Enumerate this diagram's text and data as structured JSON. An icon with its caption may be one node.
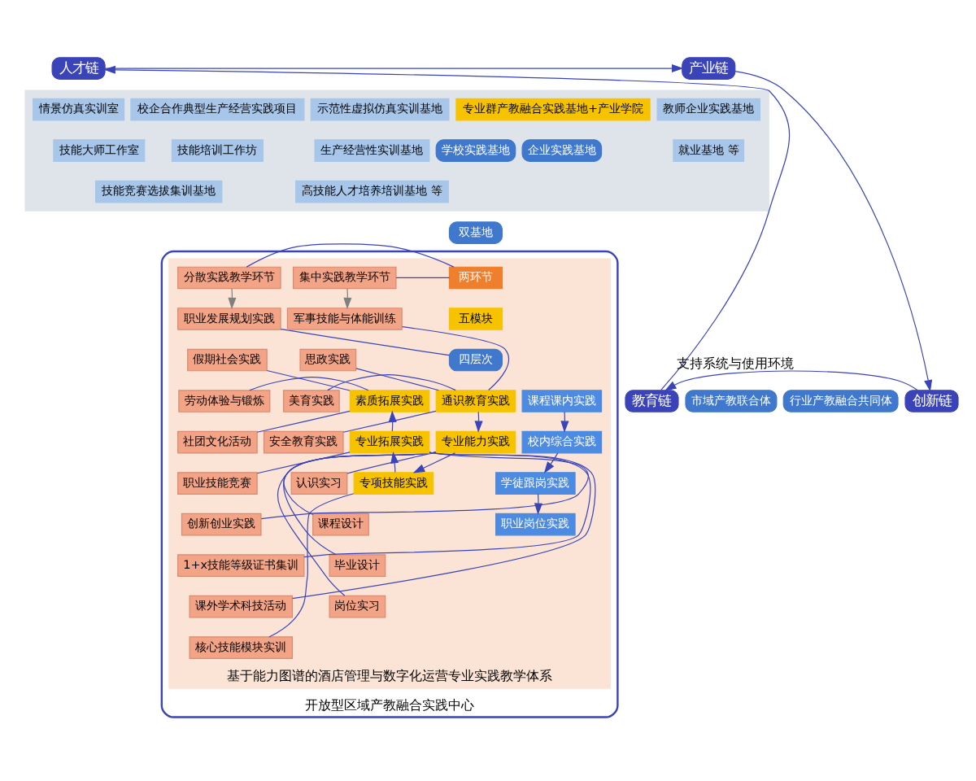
{
  "diagram": {
    "nodes": [
      {
        "text": [
          "人才链"
        ]
      },
      {
        "text": [
          "产业链"
        ]
      },
      {
        "text": [],
        "shape": "box"
      },
      {
        "text": [
          "情景仿真实训室"
        ],
        "in": 2
      },
      {
        "text": [
          "示范性虚拟仿真实训基地"
        ],
        "in": 2
      },
      {
        "text": [
          "技能大师工作室"
        ],
        "in": 2
      },
      {
        "text": [
          "生产经营性实训基地"
        ],
        "in": 2
      },
      {
        "text": [
          "技能竞赛选拔集训基地"
        ],
        "in": 2
      },
      {
        "text": [
          "高技能人才培养培训基地 等"
        ],
        "in": 2
      },
      {
        "text": [
          "专业群产教融合实践基地+产业学院"
        ],
        "in": 2
      },
      {
        "text": [
          "学校实践基地"
        ],
        "in": 2
      },
      {
        "text": [
          "企业实践基地"
        ],
        "in": 2
      },
      {
        "text": [
          "校企合作典型生产经营实践项目"
        ],
        "in": 2
      },
      {
        "text": [
          "教师企业实践基地"
        ],
        "in": 2
      },
      {
        "text": [
          "技能培训工作坊"
        ],
        "in": 2
      },
      {
        "text": [
          "就业基地 等"
        ],
        "in": 2
      },
      {
        "text": [
          "双基地"
        ]
      },
      {
        "text": [
          "教育链"
        ]
      },
      {
        "text": [
          "市域产教联合体"
        ]
      },
      {
        "text": [
          "开放型区域产教融合实践中心"
        ]
      },
      {
        "text": [
          "基于能力图谱的酒店管理与数字化运营专业实践教学体系"
        ],
        "in": 19
      },
      {
        "text": [
          "两环节"
        ],
        "in": 20
      },
      {
        "text": [
          "五模块"
        ],
        "in": 20
      },
      {
        "text": [
          "四层次"
        ],
        "in": 20
      },
      {
        "text": [
          "集中实践教学环节"
        ],
        "in": 20
      },
      {
        "text": [
          "军事技能与体能训练"
        ],
        "in": 20
      },
      {
        "text": [
          "思政实践"
        ],
        "in": 20
      },
      {
        "text": [
          "美育实践"
        ],
        "in": 20
      },
      {
        "text": [
          "安全教育实践"
        ],
        "in": 20
      },
      {
        "text": [
          "认识实习"
        ],
        "in": 20
      },
      {
        "text": [
          "课程设计"
        ],
        "in": 20
      },
      {
        "text": [
          "毕业设计"
        ],
        "in": 20
      },
      {
        "text": [
          "岗位实习"
        ],
        "in": 20
      },
      {
        "text": [
          "通识教育实践"
        ],
        "in": 20
      },
      {
        "text": [
          "专业能力实践"
        ],
        "in": 20
      },
      {
        "text": [
          "课程课内实践"
        ],
        "in": 20
      },
      {
        "text": [
          "校内综合实践"
        ],
        "in": 20
      },
      {
        "text": [
          "学徒跟岗实践"
        ],
        "in": 20
      },
      {
        "text": [
          "职业岗位实践"
        ],
        "in": 20
      },
      {
        "text": [
          "素质拓展实践"
        ],
        "in": 20
      },
      {
        "text": [
          "专业拓展实践"
        ],
        "in": 20
      },
      {
        "text": [
          "专项技能实践"
        ],
        "in": 20
      },
      {
        "text": [
          "分散实践教学环节"
        ],
        "in": 20
      },
      {
        "text": [
          "职业发展规划实践"
        ],
        "in": 20
      },
      {
        "text": [
          "假期社会实践"
        ],
        "in": 20
      },
      {
        "text": [
          "劳动体验与锻炼"
        ],
        "in": 20
      },
      {
        "text": [
          "社团文化活动"
        ],
        "in": 20
      },
      {
        "text": [
          "职业技能竞赛"
        ],
        "in": 20
      },
      {
        "text": [
          "创新创业实践"
        ],
        "in": 20
      },
      {
        "text": [
          "1+x技能等级证书集训"
        ],
        "in": 20
      },
      {
        "text": [
          "课外学术科技活动"
        ],
        "in": 20
      },
      {
        "text": [
          "核心技能模块实训"
        ],
        "in": 20
      },
      {
        "text": [
          "行业产教融合共同体"
        ]
      },
      {
        "text": [
          "创新链"
        ]
      }
    ],
    "edges": [
      {
        "from": 0,
        "to": 1,
        "arrow": "to"
      },
      {
        "from": 1,
        "to": 53,
        "arrow": "to"
      },
      {
        "from": 53,
        "to": 17,
        "arrow": "to",
        "label": "支持系统与使用环境"
      },
      {
        "from": 17,
        "to": 0,
        "arrow": "to"
      },
      {
        "from": 24,
        "to": 21,
        "arrow": "none"
      },
      {
        "from": 21,
        "to": 42,
        "arrow": "none"
      },
      {
        "from": 24,
        "to": 25,
        "arrow": "to",
        "color": "#808080"
      },
      {
        "from": 42,
        "to": 43,
        "arrow": "to",
        "color": "#808080"
      },
      {
        "from": 25,
        "to": 33,
        "arrow": "none"
      },
      {
        "from": 26,
        "to": 33,
        "arrow": "none"
      },
      {
        "from": 27,
        "to": 33,
        "arrow": "none"
      },
      {
        "from": 28,
        "to": 33,
        "arrow": "none"
      },
      {
        "from": 29,
        "to": 34,
        "arrow": "none"
      },
      {
        "from": 30,
        "to": 34,
        "arrow": "none"
      },
      {
        "from": 31,
        "to": 34,
        "arrow": "none"
      },
      {
        "from": 32,
        "to": 34,
        "arrow": "none"
      },
      {
        "from": 33,
        "to": 34,
        "arrow": "to"
      },
      {
        "from": 35,
        "to": 36,
        "arrow": "to"
      },
      {
        "from": 36,
        "to": 37,
        "arrow": "to"
      },
      {
        "from": 37,
        "to": 38,
        "arrow": "to"
      },
      {
        "from": 34,
        "to": 41,
        "arrow": "to"
      },
      {
        "from": 41,
        "to": 40,
        "arrow": "to"
      },
      {
        "from": 40,
        "to": 39,
        "arrow": "to"
      },
      {
        "from": 23,
        "to": 43,
        "arrow": "none"
      },
      {
        "from": 44,
        "to": 39,
        "arrow": "none"
      },
      {
        "from": 45,
        "to": 39,
        "arrow": "none"
      },
      {
        "from": 46,
        "to": 39,
        "arrow": "none"
      },
      {
        "from": 47,
        "to": 40,
        "arrow": "none"
      },
      {
        "from": 48,
        "to": 40,
        "arrow": "none"
      },
      {
        "from": 49,
        "to": 40,
        "arrow": "none"
      },
      {
        "from": 50,
        "to": 40,
        "arrow": "none"
      },
      {
        "from": 51,
        "to": 41,
        "arrow": "none"
      }
    ]
  }
}
